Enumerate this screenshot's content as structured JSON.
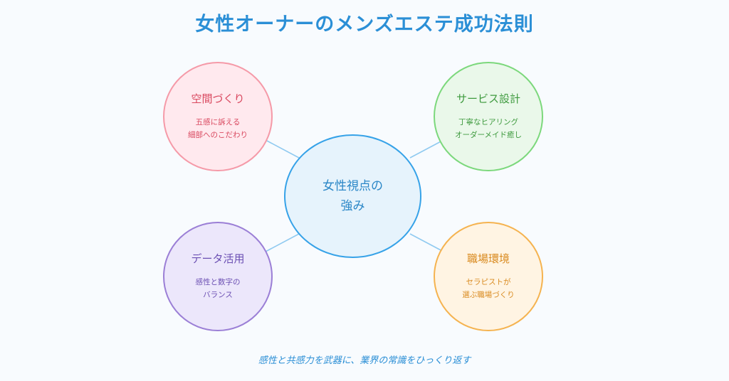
{
  "title": "女性オーナーのメンズエステ成功法則",
  "center": {
    "line1": "女性視点の",
    "line2": "強み"
  },
  "nodes": {
    "space": {
      "name": "空間づくり",
      "line1": "五感に訴える",
      "line2": "細部へのこだわり"
    },
    "service": {
      "name": "サービス設計",
      "line1": "丁寧なヒアリング",
      "line2": "オーダーメイド癒し"
    },
    "data": {
      "name": "データ活用",
      "line1": "感性と数字の",
      "line2": "バランス"
    },
    "work": {
      "name": "職場環境",
      "line1": "セラピストが",
      "line2": "選ぶ職場づくり"
    }
  },
  "footer": "感性と共感力を武器に、業界の常識をひっくり返す",
  "colors": {
    "title": "#2b8fd6",
    "connector": "#90caf0",
    "center": {
      "fill": "#e6f3fc",
      "stroke": "#36a2e8",
      "text": "#2b87c7"
    },
    "space": {
      "fill": "#ffe9ee",
      "stroke": "#f59aa8",
      "text": "#d9485f"
    },
    "service": {
      "fill": "#eaf8ea",
      "stroke": "#7cd87c",
      "text": "#3e9a3e"
    },
    "data": {
      "fill": "#ece7fb",
      "stroke": "#9b7fd6",
      "text": "#6b4fb3"
    },
    "work": {
      "fill": "#fff4e3",
      "stroke": "#f5b350",
      "text": "#d98a1f"
    }
  }
}
